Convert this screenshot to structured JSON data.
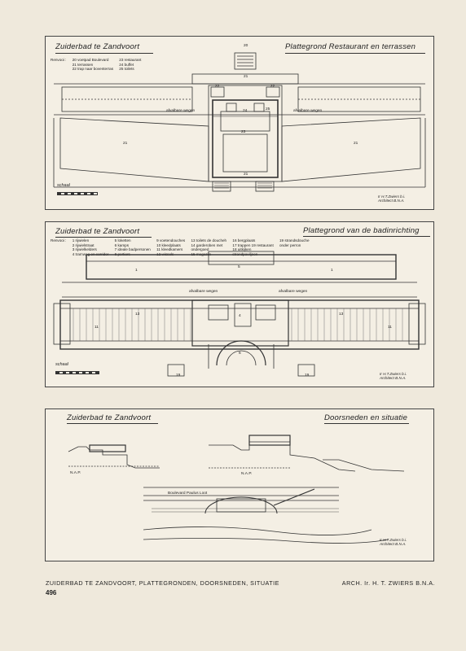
{
  "panel1": {
    "title_left": "Zuiderbad te Zandvoort",
    "title_right": "Plattegrond Restaurant en terrassen",
    "legend_label": "Renvooi :",
    "legend": [
      [
        "20  voetpad Boulevard",
        "21  terrassen",
        "22  trap naar boventerras"
      ],
      [
        "23  restaurant",
        "24  buffet",
        "25  toilets"
      ]
    ],
    "labels": {
      "n20": "20",
      "n21": "21",
      "n22": "22",
      "n23": "23",
      "n24": "24",
      "n25": "25",
      "road": "afvalbare wegen"
    },
    "scale_label": "schaal",
    "signature": [
      "Ir H.T.Zwiers b.i.",
      "Architect B.N.A."
    ]
  },
  "panel2": {
    "title_left": "Zuiderbad te Zandvoort",
    "title_right": "Plattegrond van de badinrichting",
    "legend_label": "Renvooi :",
    "legend": [
      [
        "1  rijwielen",
        "2  rijwielstraat",
        "3  rijwielkelders",
        "4  tramwag en corridor"
      ],
      [
        "5  loketten",
        "6  kamps",
        "7  ideale badpersonen",
        "8  portiers"
      ],
      [
        "9  voetendouches",
        "10  kleedplaats",
        "11  kleedkamers",
        "12  wissels"
      ],
      [
        "13  toilets de doucheh",
        "14  garderoben met",
        "     ondergoed",
        "15  magazijn"
      ],
      [
        "16  bergplaats",
        "17  trappen    19 restaurant",
        "18  uitkijken",
        "     strandpaviljoen"
      ],
      [
        "19  strandsdouche",
        "     onder perron"
      ]
    ],
    "road": "afvalbare wegen",
    "scale_label": "schaal",
    "signature": [
      "Ir H.T.Zwiers b.i.",
      "Architect B.N.A."
    ]
  },
  "panel3": {
    "title_left": "Zuiderbad te Zandvoort",
    "title_right": "Doorsneden en situatie",
    "nap1": "N.A.P.",
    "nap2": "N.A.P.",
    "boulevard": "Boulevard  Paulus  Loot",
    "signature": [
      "Ir H.T.Zwiers b.i.",
      "Architect B.N.A."
    ]
  },
  "footer": {
    "left": "ZUIDERBAD TE ZANDVOORT, PLATTEGRONDEN, DOORSNEDEN, SITUATIE",
    "right": "ARCH. Ir. H. T. ZWIERS B.N.A.",
    "page": "496"
  }
}
